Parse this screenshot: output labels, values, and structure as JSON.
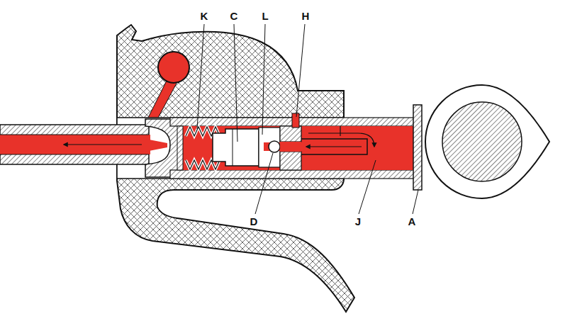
{
  "diagram": {
    "labels": [
      "K",
      "C",
      "L",
      "H",
      "D",
      "J",
      "A"
    ]
  }
}
